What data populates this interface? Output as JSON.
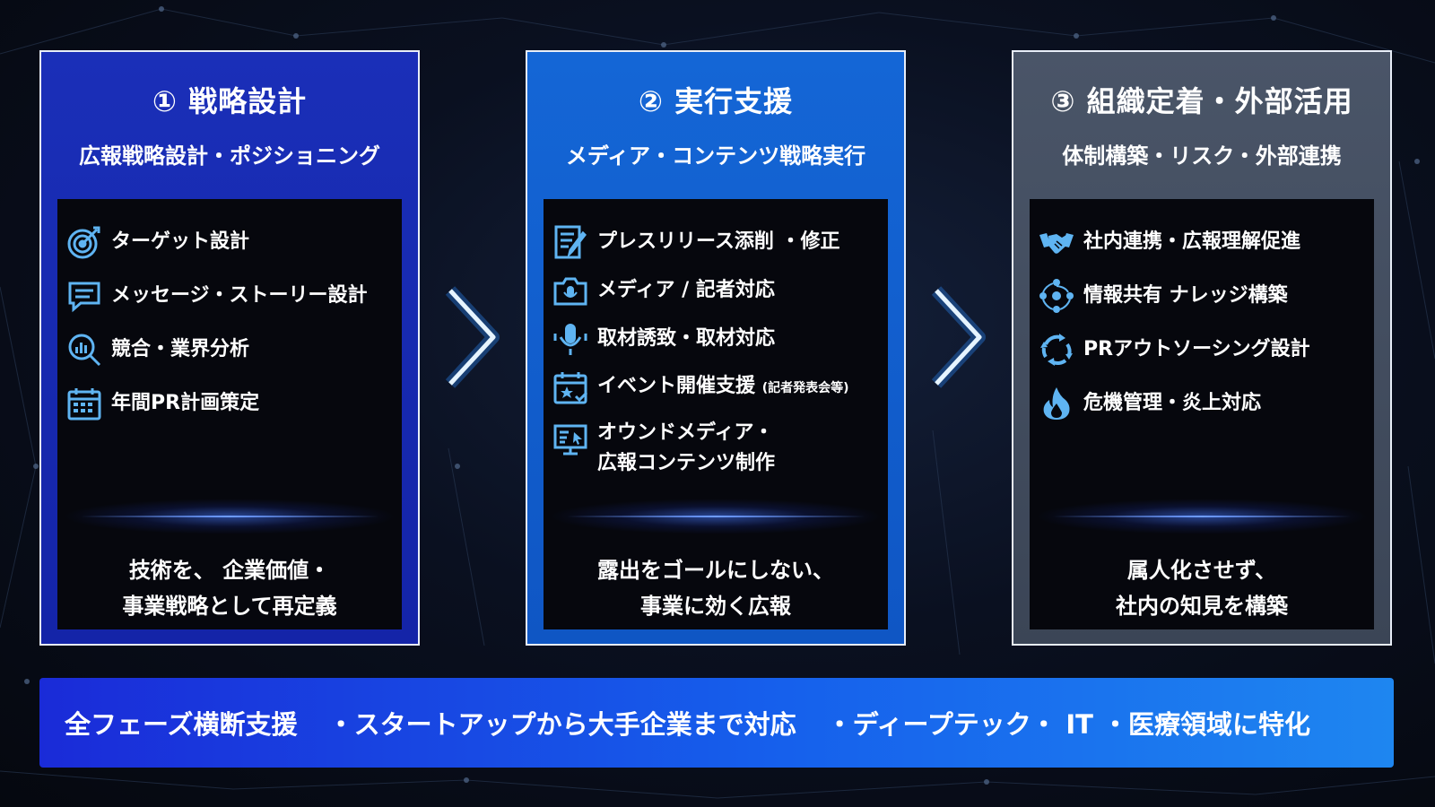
{
  "colors": {
    "panel1": "#1a2fb8",
    "panel2": "#1466d6",
    "panel3": "#4a5568",
    "icon": "#5fb4f2",
    "banner_start": "#1a2bd8",
    "banner_end": "#1e86f0"
  },
  "panels": [
    {
      "title": "① 戦略設計",
      "subtitle": "広報戦略設計・ポジショニング",
      "items": [
        {
          "icon": "target-icon",
          "label": "ターゲット設計"
        },
        {
          "icon": "chat-bubble-icon",
          "label": "メッセージ・ストーリー設計"
        },
        {
          "icon": "magnifier-chart-icon",
          "label": "競合・業界分析"
        },
        {
          "icon": "calendar-icon",
          "label": "年間PR計画策定"
        }
      ],
      "tagline": [
        "技術を、 企業価値・",
        "事業戦略として再定義"
      ]
    },
    {
      "title": "② 実行支援",
      "subtitle": "メディア・コンテンツ戦略実行",
      "items": [
        {
          "icon": "document-edit-icon",
          "label": "プレスリリース添削 ・修正"
        },
        {
          "icon": "camera-mic-icon",
          "label": "メディア / 記者対応"
        },
        {
          "icon": "microphone-icon",
          "label": "取材誘致・取材対応"
        },
        {
          "icon": "calendar-star-icon",
          "label": "イベント開催支援",
          "note": "(記者発表会等)"
        },
        {
          "icon": "monitor-icon",
          "label": "オウンドメディア・",
          "label2": "広報コンテンツ制作"
        }
      ],
      "tagline": [
        "露出をゴールにしない、",
        "事業に効く広報"
      ]
    },
    {
      "title": "③ 組織定着・外部活用",
      "subtitle": "体制構築・リスク・外部連携",
      "items": [
        {
          "icon": "handshake-icon",
          "label": "社内連携・広報理解促進"
        },
        {
          "icon": "network-people-icon",
          "label": "情報共有 ナレッジ構築"
        },
        {
          "icon": "cycle-arrows-icon",
          "label": "PRアウトソーシング設計"
        },
        {
          "icon": "flame-icon",
          "label": "危機管理・炎上対応"
        }
      ],
      "tagline": [
        "属人化させず、",
        "社内の知見を構築"
      ]
    }
  ],
  "chevrons": [
    "chevron-right-icon",
    "chevron-right-icon"
  ],
  "banner": {
    "title": "全フェーズ横断支援",
    "point1": "・スタートアップから大手企業まで対応",
    "point2": "・ディープテック・ IT ・医療領域に特化"
  }
}
